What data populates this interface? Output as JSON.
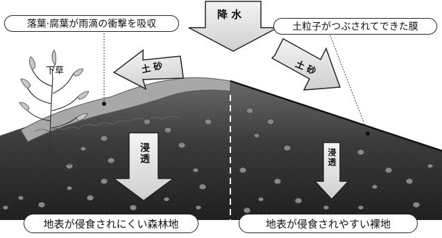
{
  "labels": {
    "top_left_note": "落葉·腐葉が雨滴の衝撃を吸収",
    "top_right_note": "土粒子がつぶされてできた膜",
    "rain": "降 水",
    "undergrowth": "下草",
    "soil_left": "土 砂",
    "soil_right": "土 砂",
    "infiltration_left": "浸透",
    "infiltration_right": "浸透",
    "bottom_left": "地表が侵食されにくい森林地",
    "bottom_right": "地表が侵食されやすい裸地"
  },
  "colors": {
    "soil_dark": "#2b2b2b",
    "soil_mid": "#555555",
    "litter": "#9a9a9a",
    "arrow_fill": "#e6e6e6",
    "stroke": "#222222"
  }
}
